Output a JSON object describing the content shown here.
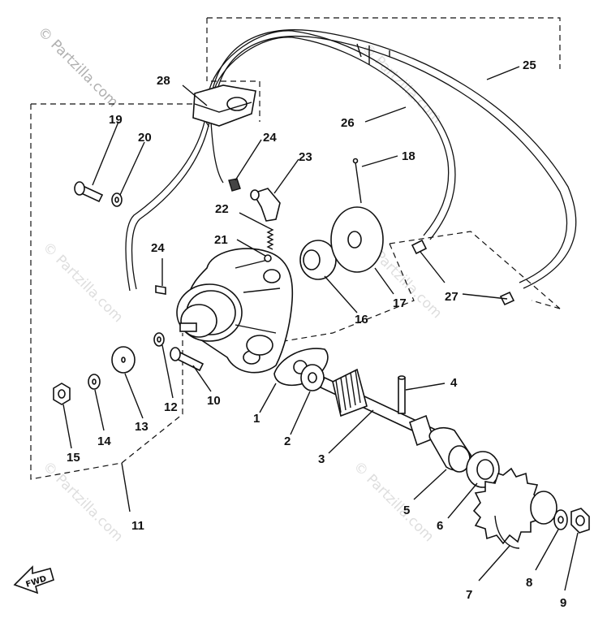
{
  "watermark": {
    "main": "© Partzilla.com",
    "repeat": "© Partzilla.com"
  },
  "fwd_label": "FWD",
  "callouts": [
    "1",
    "2",
    "3",
    "4",
    "5",
    "6",
    "7",
    "8",
    "9",
    "10",
    "11",
    "12",
    "13",
    "14",
    "15",
    "16",
    "17",
    "18",
    "19",
    "20",
    "21",
    "22",
    "23",
    "24",
    "24",
    "25",
    "26",
    "27",
    "28"
  ]
}
